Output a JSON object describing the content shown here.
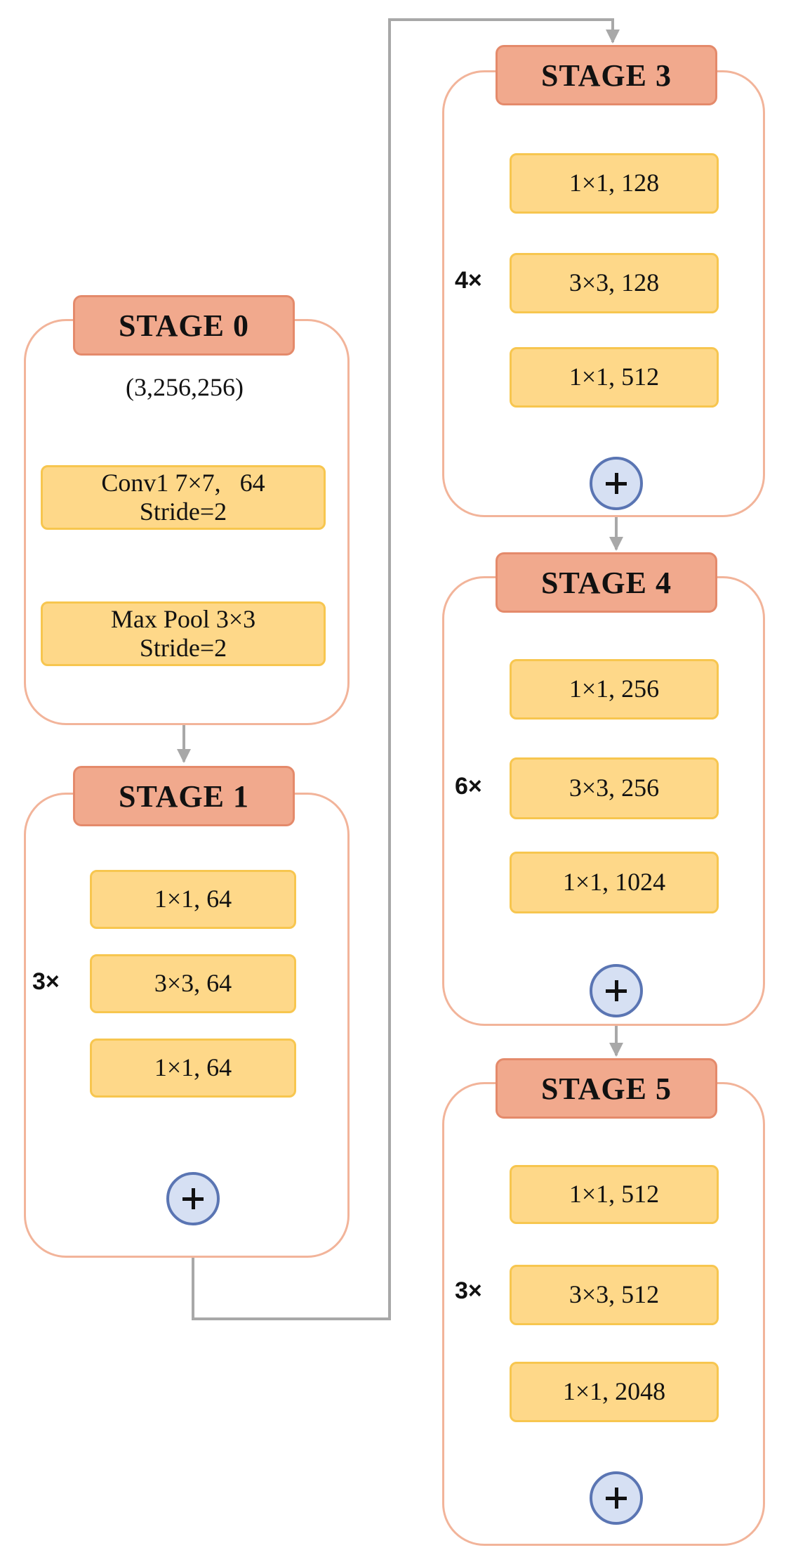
{
  "stage0": {
    "title": "STAGE 0",
    "input_shape": "(3,256,256)",
    "conv": {
      "line1": "Conv1 7×7,   64",
      "line2": "Stride=2"
    },
    "pool": {
      "line1": "Max Pool 3×3",
      "line2": "Stride=2"
    }
  },
  "stage1": {
    "title": "STAGE 1",
    "repeat": "3×",
    "blocks": [
      "1×1, 64",
      "3×3, 64",
      "1×1, 64"
    ]
  },
  "stage3": {
    "title": "STAGE 3",
    "repeat": "4×",
    "blocks": [
      "1×1, 128",
      "3×3, 128",
      "1×1, 512"
    ]
  },
  "stage4": {
    "title": "STAGE 4",
    "repeat": "6×",
    "blocks": [
      "1×1, 256",
      "3×3, 256",
      "1×1, 1024"
    ]
  },
  "stage5": {
    "title": "STAGE 5",
    "repeat": "3×",
    "blocks": [
      "1×1, 512",
      "3×3, 512",
      "1×1, 2048"
    ]
  },
  "colors": {
    "stage_title_fill": "#f1a98d",
    "stage_border": "#f2b49a",
    "block_fill": "#fed889",
    "block_border": "#f7c64f",
    "adder_fill": "#d6e0f3",
    "adder_border": "#5a75b3",
    "connector": "#a8a8a8"
  },
  "icons": {
    "adder": "plus-circle-icon"
  }
}
